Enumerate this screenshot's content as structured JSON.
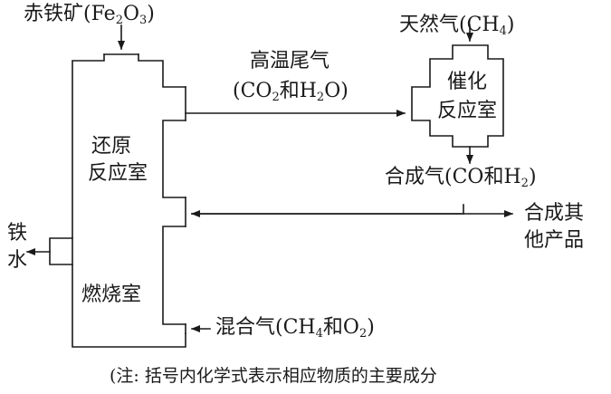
{
  "labels": {
    "hematite": {
      "name": "赤铁矿",
      "formula_parts": [
        "(Fe",
        "2",
        "O",
        "3",
        ")"
      ]
    },
    "natural_gas": {
      "name": "天然气",
      "formula_parts": [
        "(CH",
        "4",
        ")"
      ]
    },
    "tail_gas_line1": "高温尾气",
    "tail_gas_line2_parts": [
      "(CO",
      "2",
      "和H",
      "2",
      "O)"
    ],
    "catalytic_line1": "催化",
    "catalytic_line2": "反应室",
    "syngas": {
      "name": "合成气",
      "formula_parts": [
        "(CO和H",
        "2",
        ")"
      ]
    },
    "reduction_line1": "还原",
    "reduction_line2": "反应室",
    "other_products_line1": "合成其",
    "other_products_line2": "他产品",
    "molten_iron_line1": "铁",
    "molten_iron_line2": "水",
    "combustion": "燃烧室",
    "mixed_gas": {
      "name": "混合气",
      "formula_parts": [
        "(CH",
        "4",
        "和O",
        "2",
        ")"
      ]
    },
    "note": "(注: 括号内化学式表示相应物质的主要成分"
  },
  "colors": {
    "stroke": "#1a1a1a",
    "background": "#ffffff"
  }
}
